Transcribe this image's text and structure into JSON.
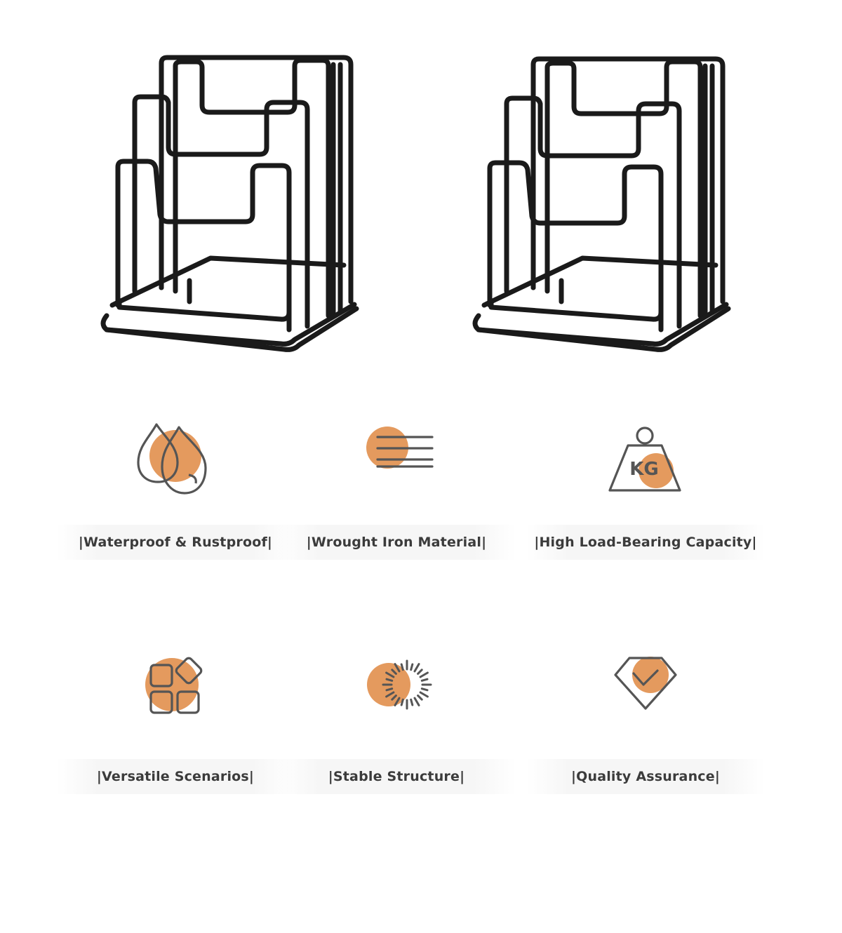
{
  "colors": {
    "accent": "#e49a5e",
    "icon_stroke": "#555555",
    "rack": "#1a1a1a",
    "label_text": "#3b3b3b"
  },
  "products": [
    {
      "name": "cutting-board-rack-front"
    },
    {
      "name": "cutting-board-rack-side"
    }
  ],
  "features": [
    {
      "label": "|Waterproof & Rustproof|",
      "icon": "water-drops-icon"
    },
    {
      "label": "|Wrought Iron Material|",
      "icon": "iron-bars-icon"
    },
    {
      "label": "|High Load-Bearing Capacity|",
      "icon": "kg-weight-icon",
      "icon_text": "KG"
    },
    {
      "label": "|Versatile Scenarios|",
      "icon": "grid-shapes-icon"
    },
    {
      "label": "|Stable Structure|",
      "icon": "sunburst-icon"
    },
    {
      "label": "|Quality Assurance|",
      "icon": "diamond-check-icon"
    }
  ]
}
